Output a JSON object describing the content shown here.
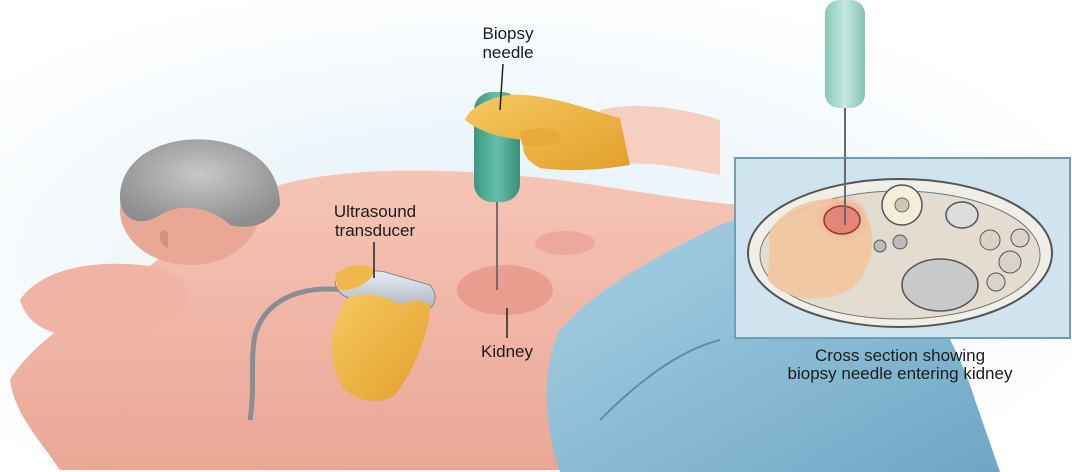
{
  "labels": {
    "biopsy_needle": [
      "Biopsy",
      "needle"
    ],
    "ultrasound_transducer": [
      "Ultrasound",
      "transducer"
    ],
    "kidney": "Kidney"
  },
  "inset": {
    "caption": [
      "Cross section showing",
      "biopsy needle entering kidney"
    ]
  },
  "colors": {
    "skin": "#f3b9aa",
    "glove": "#f2b640",
    "needle_handle": "#4fae9a",
    "drape": "#8fbfd7",
    "inset_bg": "#cde3ec",
    "inset_border": "#6f9fb6",
    "kidney_highlight": "#e89a90"
  }
}
